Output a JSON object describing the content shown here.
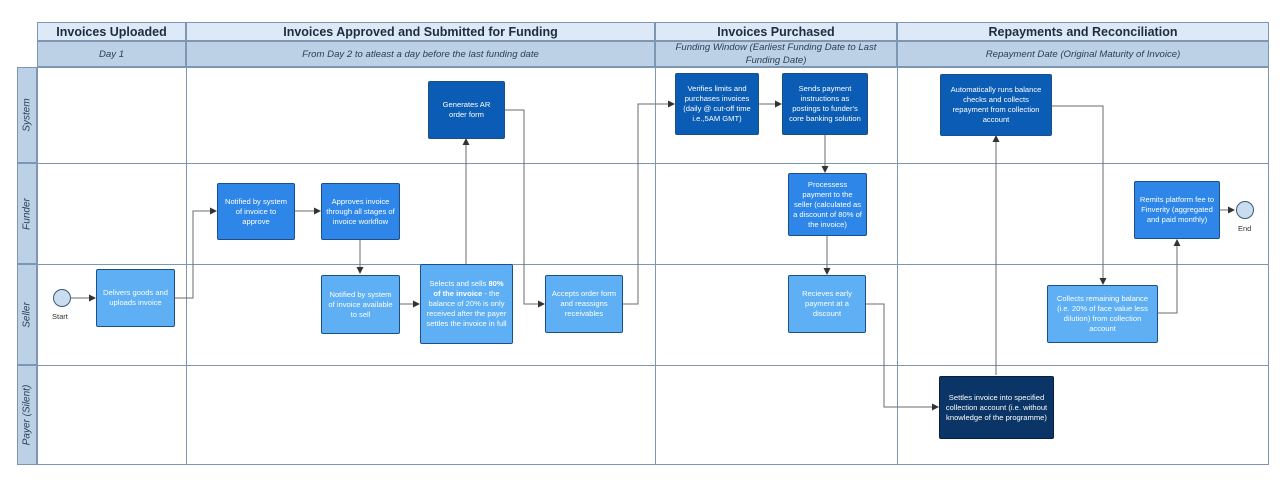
{
  "phases": [
    {
      "title": "Invoices Uploaded",
      "subtitle": "Day 1"
    },
    {
      "title": "Invoices Approved and Submitted for Funding",
      "subtitle": "From Day 2 to atleast a day before the last funding date"
    },
    {
      "title": "Invoices Purchased",
      "subtitle": "Funding Window (Earliest Funding Date to Last Funding Date)"
    },
    {
      "title": "Repayments and Reconciliation",
      "subtitle": "Repayment Date (Original Maturity of Invoice)"
    }
  ],
  "lanes": [
    "System",
    "Funder",
    "Seller",
    "Payer (Silent)"
  ],
  "terminals": {
    "start": "Start",
    "end": "End"
  },
  "nodes": {
    "delivers_goods": "Delivers goods and uploads invoice",
    "notified_approve": "Notified by system of invoice to approve",
    "approves_invoice": "Approves invoice through all stages of invoice workflow",
    "notified_sell": "Notified by system of invoice available to sell",
    "sells_pre": "Selects and sells ",
    "sells_bold": "80% of the invoice",
    "sells_post": " - the balance of 20% is only received after the payer settles the invoice in full",
    "generates_ar": "Generates AR order form",
    "accepts_order": "Accepts order form and reassigns receivables",
    "verifies_limits": "Verifies limits and purchases invoices (daily @ cut-off time i.e.,5AM GMT)",
    "sends_payment": "Sends payment instructions as postings to funder's core banking solution",
    "processes_payment": "Processess payment to the seller (calculated as a discount of 80% of the invoice)",
    "early_payment": "Recieves early payment at a discount",
    "auto_balance": "Automatically runs balance checks and collects repayment from collection account",
    "collects_remaining": "Collects remaining balance (i.e. 20% of face value less dilution) from collection account",
    "remits_fee": "Remits platform fee to Finverity (aggregated and paid monthly)",
    "settles_invoice": "Settles invoice into specified collection account (i.e. without knowledge of the programme)"
  },
  "colors": {
    "light": "#5eaff3",
    "medium": "#2e87e8",
    "dark": "#0b5cb5",
    "navy": "#0a3566",
    "header": "#dde9f7",
    "subheader": "#bcd0e6"
  }
}
